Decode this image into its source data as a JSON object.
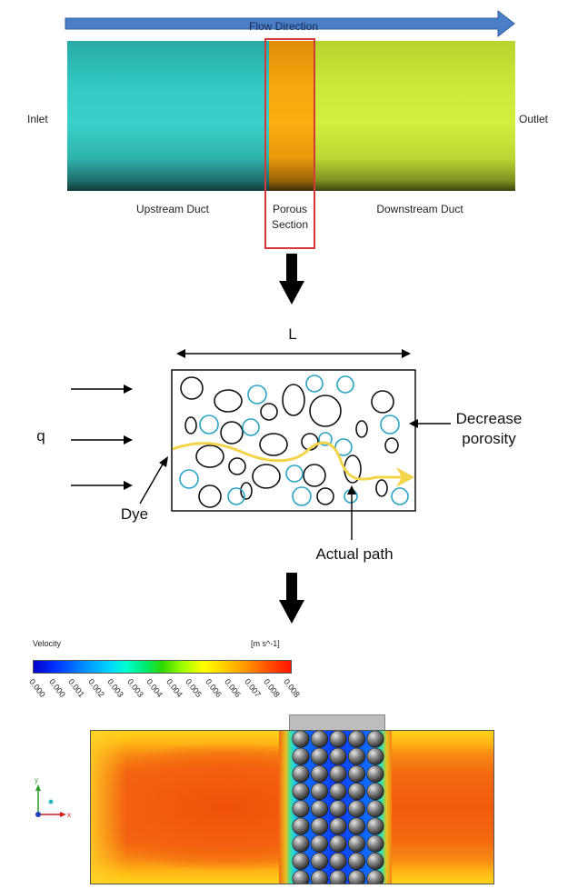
{
  "top_panel": {
    "flow_direction": "Flow Direction",
    "inlet": "Inlet",
    "outlet": "Outlet",
    "upstream": "Upstream Duct",
    "porous_line1": "Porous",
    "porous_line2": "Section",
    "downstream": "Downstream Duct",
    "colors": {
      "arrow": "#4a7fc8",
      "upstream": "#33c9c4",
      "porous": "#f6a80e",
      "downstream": "#cbe83a",
      "highlight": "#d4383a"
    }
  },
  "middle_panel": {
    "length_label": "L",
    "flow_label": "q",
    "decrease_line1": "Decrease",
    "decrease_line2": "porosity",
    "dye_label": "Dye",
    "actual_path_label": "Actual path",
    "colors": {
      "pores_black": "#111111",
      "pores_blue": "#2aa3c4",
      "path": "#f3d44a"
    }
  },
  "bottom_panel": {
    "legend_title": "Velocity",
    "legend_unit": "[m s^-1]",
    "ticks": [
      "0.000",
      "0.000",
      "0.001",
      "0.002",
      "0.003",
      "0.003",
      "0.004",
      "0.004",
      "0.005",
      "0.006",
      "0.006",
      "0.007",
      "0.008",
      "0.008"
    ],
    "axis_x": "x",
    "axis_y": "y"
  }
}
